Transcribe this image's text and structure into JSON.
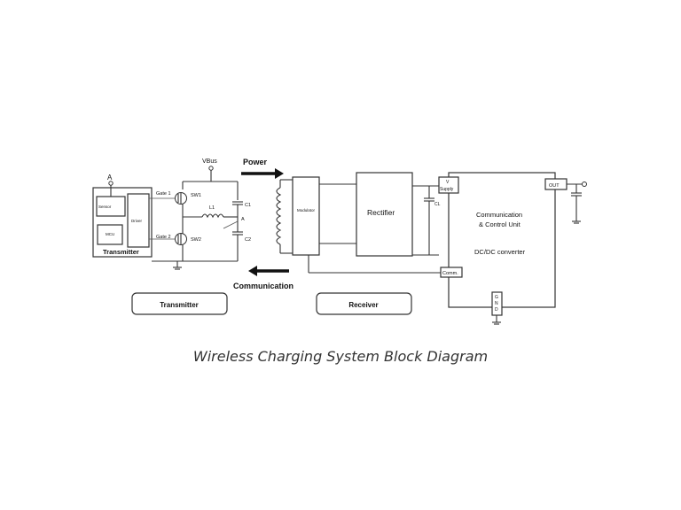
{
  "caption": "Wireless Charging System Block Diagram",
  "labels": {
    "vbus": "VBus",
    "power": "Power",
    "communication": "Communication",
    "node_a_left": "A",
    "node_a_right": "A",
    "sensor": "Sensor",
    "mcu": "MCU",
    "driver": "Driver",
    "transmitter_inner": "Transmitter",
    "gate1": "Gate 1",
    "gate2": "Gate 2",
    "sw1": "SW1",
    "sw2": "SW2",
    "l1": "L1",
    "c1": "C1",
    "c2": "C2",
    "modulator": "Modulator",
    "rectifier": "Rectifier",
    "cl": "CL",
    "v_supply_line1": "V",
    "v_supply_line2": "Supply",
    "ccu_line1": "Communication",
    "ccu_line2": "& Control Unit",
    "dcdc": "DC/DC  converter",
    "out": "OUT",
    "comm": "Comm.",
    "gnd": [
      "G",
      "N",
      "D"
    ]
  },
  "buttons": {
    "transmitter": "Transmitter",
    "receiver": "Receiver"
  }
}
